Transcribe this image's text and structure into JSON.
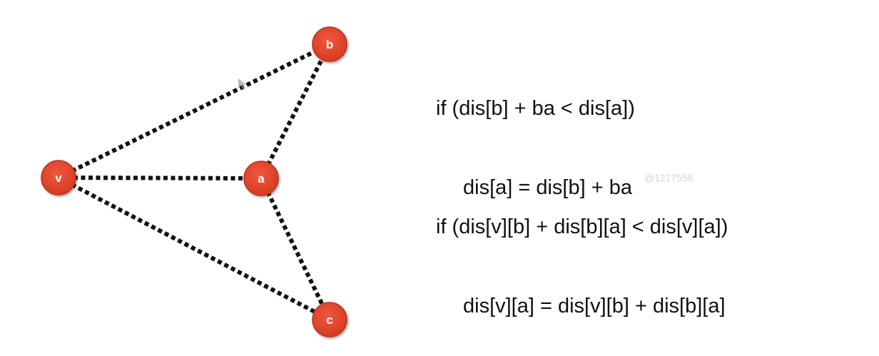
{
  "graph": {
    "colors": {
      "node_fill": "#e5432a",
      "node_stroke": "#b6311d",
      "edge": "#111111",
      "label": "#ffffff"
    },
    "nodes": [
      {
        "id": "v",
        "label": "v"
      },
      {
        "id": "a",
        "label": "a"
      },
      {
        "id": "b",
        "label": "b"
      },
      {
        "id": "c",
        "label": "c"
      }
    ],
    "edges": [
      {
        "from": "v",
        "to": "b",
        "style": "dotted"
      },
      {
        "from": "v",
        "to": "a",
        "style": "dotted"
      },
      {
        "from": "v",
        "to": "c",
        "style": "dotted"
      },
      {
        "from": "a",
        "to": "b",
        "style": "dotted"
      },
      {
        "from": "a",
        "to": "c",
        "style": "dotted"
      }
    ]
  },
  "code": {
    "block1": {
      "line1": "if (dis[b] + ba < dis[a])",
      "line2": "dis[a] = dis[b] + ba"
    },
    "block2": {
      "line1": "if (dis[v][b] + dis[b][a] < dis[v][a])",
      "line2": "dis[v][a] = dis[v][b] + dis[b][a]"
    }
  },
  "watermark": "@1217556"
}
